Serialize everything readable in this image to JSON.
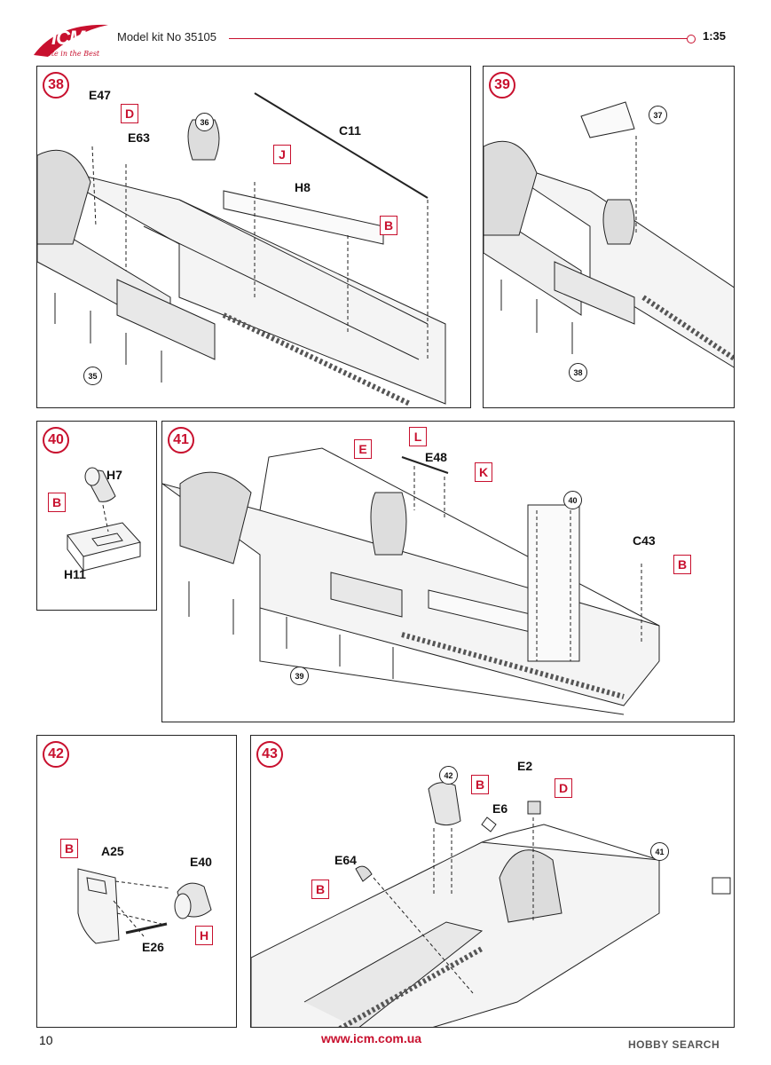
{
  "header": {
    "logo_text": "ICM",
    "logo_sub": "Note in the Best",
    "kit_title": "Model kit No 35105",
    "scale": "1:35"
  },
  "steps": {
    "s38": {
      "number": "38",
      "refs": [
        "36",
        "35"
      ],
      "parts": [
        "E47",
        "E63",
        "C11",
        "H8"
      ],
      "colors": [
        "D",
        "J",
        "B"
      ]
    },
    "s39": {
      "number": "39",
      "refs": [
        "37",
        "38"
      ]
    },
    "s40": {
      "number": "40",
      "parts": [
        "H7",
        "H11"
      ],
      "colors": [
        "B"
      ]
    },
    "s41": {
      "number": "41",
      "refs": [
        "40",
        "39"
      ],
      "parts": [
        "E48",
        "C43"
      ],
      "colors": [
        "E",
        "L",
        "K",
        "B"
      ]
    },
    "s42": {
      "number": "42",
      "parts": [
        "A25",
        "E40",
        "E26"
      ],
      "colors": [
        "B",
        "H"
      ]
    },
    "s43": {
      "number": "43",
      "refs": [
        "42",
        "41"
      ],
      "parts": [
        "E2",
        "E6",
        "E64"
      ],
      "colors": [
        "B",
        "D",
        "B"
      ]
    }
  },
  "footer": {
    "page_number": "10",
    "website": "www.icm.com.ua",
    "watermark": "HOBBY SEARCH"
  },
  "colors": {
    "accent": "#c8102e",
    "line": "#222222"
  }
}
